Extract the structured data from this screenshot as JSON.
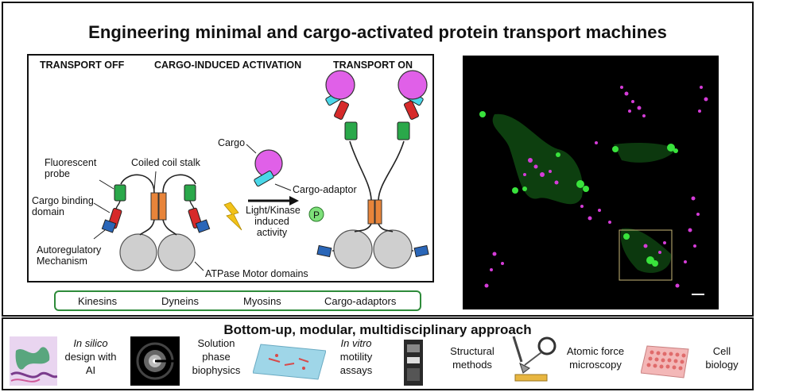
{
  "title": "Engineering minimal and cargo-activated protein transport machines",
  "schematic": {
    "headers": {
      "transport_off": "TRANSPORT OFF",
      "cargo_induced": "CARGO-INDUCED ACTIVATION",
      "transport_on": "TRANSPORT ON"
    },
    "labels": {
      "fluorescent_probe": "Fluorescent probe",
      "coiled_coil": "Coiled coil stalk",
      "cargo_binding": "Cargo binding domain",
      "autoregulatory": "Autoregulatory Mechanism",
      "atpase": "ATPase Motor domains",
      "cargo": "Cargo",
      "cargo_adaptor": "Cargo-adaptor",
      "light_kinase": "Light/Kinase induced activity",
      "phospho": "P"
    }
  },
  "motor_families": [
    "Kinesins",
    "Dyneins",
    "Myosins",
    "Cargo-adaptors"
  ],
  "approach": {
    "title": "Bottom-up, modular, multidisciplinary approach",
    "tools": [
      {
        "italic": "In silico",
        "rest": "design with AI",
        "icon": "protein-structure-icon"
      },
      {
        "italic": "",
        "rest": "Solution phase biophysics",
        "icon": "saxs-pattern-icon"
      },
      {
        "italic": "In vitro",
        "rest": "motility assays",
        "icon": "motility-slide-icon"
      },
      {
        "italic": "",
        "rest": "Structural methods",
        "icon": "cryo-em-icon"
      },
      {
        "italic": "",
        "rest": "Atomic force microscopy",
        "icon": "afm-tip-icon"
      },
      {
        "italic": "",
        "rest": "Cell biology",
        "icon": "well-plate-icon"
      }
    ]
  },
  "colors": {
    "cargo": "#e060e8",
    "probe": "#2aa84a",
    "cargo_binding": "#d62a2a",
    "adaptor": "#4ad7e8",
    "stalk": "#e8843a",
    "motor": "#cfcfcf",
    "autoreg": "#2a66b8",
    "lightning": "#f2c21a",
    "phospho": "#7ee07a",
    "pill_border": "#2e8b3a",
    "micro_green": "#39e23c",
    "micro_magenta": "#d53cd8"
  }
}
